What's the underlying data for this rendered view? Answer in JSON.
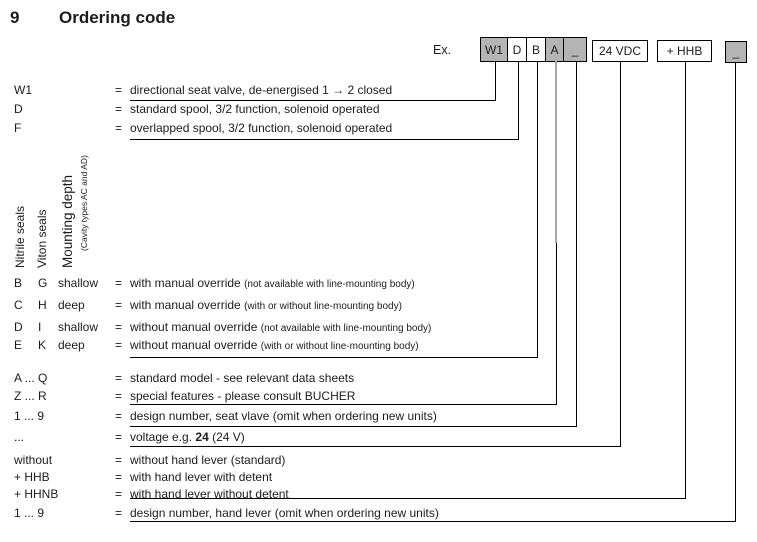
{
  "title": {
    "number": "9",
    "text": "Ordering code"
  },
  "example": {
    "label": "Ex."
  },
  "boxes": {
    "group1": [
      {
        "label": "W1",
        "shaded": true
      },
      {
        "label": "D",
        "shaded": false
      },
      {
        "label": "B",
        "shaded": false
      },
      {
        "label": "A",
        "shaded": true
      },
      {
        "label": "_",
        "shaded": true
      }
    ],
    "voltage": {
      "label": "24 VDC",
      "shaded": false
    },
    "hand_lever": {
      "label": "+ HHB",
      "shaded": false
    },
    "design_number": {
      "label": "_",
      "shaded": true
    }
  },
  "colors": {
    "shaded_box": "#b4b4b4",
    "line": "#000000",
    "gray_line": "#a6a6a6"
  },
  "rotated_labels": {
    "nitrile": "Nitrile seals",
    "viton": "Viton seals",
    "mounting": "Mounting depth",
    "cavity": "(Cavity types AC and AD)"
  },
  "rows": [
    {
      "code": "W1",
      "eq": "=",
      "desc": "directional seat valve, de-energised 1 → 2 closed"
    },
    {
      "code": "D",
      "eq": "=",
      "desc": "standard spool, 3/2 function, solenoid operated"
    },
    {
      "code": "F",
      "eq": "=",
      "desc": "overlapped spool, 3/2 function, solenoid operated"
    },
    {
      "code": "B",
      "code2": "G",
      "code3": "shallow",
      "eq": "=",
      "desc_main": "with manual override ",
      "desc_small": "(not available with line-mounting body)"
    },
    {
      "code": "C",
      "code2": "H",
      "code3": "deep",
      "eq": "=",
      "desc_main": "with manual override ",
      "desc_small": "(with or without line-mounting body)"
    },
    {
      "code": "D",
      "code2": "I",
      "code3": "shallow",
      "eq": "=",
      "desc_main": "without manual override ",
      "desc_small": "(not available with line-mounting body)"
    },
    {
      "code": "E",
      "code2": "K",
      "code3": "deep",
      "eq": "=",
      "desc_main": "without manual override ",
      "desc_small": "(with or without line-mounting body)"
    },
    {
      "code": "A ... Q",
      "eq": "=",
      "desc": "standard model - see relevant data sheets"
    },
    {
      "code": "Z ... R",
      "eq": "=",
      "desc": "special features - please consult BUCHER"
    },
    {
      "code": "1 ... 9",
      "eq": "=",
      "desc": "design number, seat vlave (omit when ordering new units)"
    },
    {
      "code": "...",
      "eq": "=",
      "desc_pre": "voltage e.g. ",
      "desc_bold": "24",
      "desc_post": " (24 V)"
    },
    {
      "code": "without",
      "eq": "=",
      "desc": "without hand lever (standard)"
    },
    {
      "code": "+ HHB",
      "eq": "=",
      "desc": "with hand lever with detent"
    },
    {
      "code": "+ HHNB",
      "eq": "=",
      "desc": "with hand lever without detent"
    },
    {
      "code": "1 ... 9",
      "eq": "=",
      "desc": "design number, hand lever (omit when ordering new units)"
    }
  ]
}
